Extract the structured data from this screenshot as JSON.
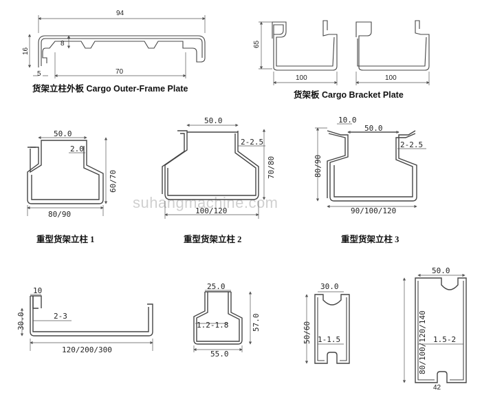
{
  "watermark": "suhangmachine.com",
  "profiles": [
    {
      "caption": "货架立柱外板  Cargo Outer-Frame Plate",
      "dims": [
        "94",
        "16",
        "8",
        "5",
        "70"
      ]
    },
    {
      "caption": "货架板  Cargo Bracket Plate",
      "dims": [
        "65",
        "100",
        "100"
      ]
    },
    {
      "caption": "重型货架立柱 1",
      "dims": [
        "50.0",
        "2.0",
        "60/70",
        "80/90"
      ]
    },
    {
      "caption": "重型货架立柱 2",
      "dims": [
        "50.0",
        "2-2.5",
        "70/80",
        "100/120"
      ]
    },
    {
      "caption": "重型货架立柱 3",
      "dims": [
        "10.0",
        "50.0",
        "2-2.5",
        "80/90",
        "90/100/120"
      ]
    },
    {
      "caption": "",
      "dims": [
        "10",
        "30.0",
        "2-3",
        "120/200/300"
      ]
    },
    {
      "caption": "",
      "dims": [
        "25.0",
        "1.2-1.8",
        "57.0",
        "55.0"
      ]
    },
    {
      "caption": "",
      "dims": [
        "30.0",
        "50/60",
        "1-1.5"
      ]
    },
    {
      "caption": "",
      "dims": [
        "50.0",
        "80/100/120/140",
        "1.5-2",
        "42"
      ]
    }
  ]
}
